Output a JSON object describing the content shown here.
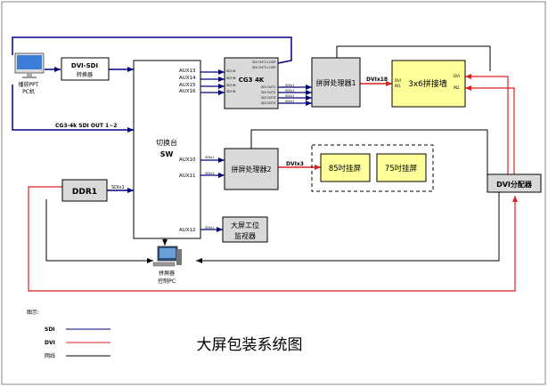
{
  "title": "大屏包装系统图",
  "legend": {
    "heading": "图示:",
    "items": [
      {
        "label": "SDI",
        "color": "#000080"
      },
      {
        "label": "DVI",
        "color": "#e02020"
      },
      {
        "label": "网线",
        "color": "#000000"
      }
    ]
  },
  "colors": {
    "sdi": "#000080",
    "dvi": "#e02020",
    "net": "#000000",
    "display": "#ffff99",
    "box": "#d9d9d9"
  },
  "icons": {
    "ppt_pc": "imac-icon",
    "control_pc": "desktop-pc-icon"
  },
  "nodes": {
    "ppt_pc_label": [
      "播放PPT",
      "PC机"
    ],
    "dvi_sdi_conv": [
      "DVI-SDI",
      "转换器"
    ],
    "cg_out_label": "CG3-4k SDI OUT 1~2",
    "switcher": [
      "切换台",
      "SW"
    ],
    "aux": [
      "AUX13",
      "AUX14",
      "AUX15",
      "AUX16",
      "AUX10",
      "AUX11",
      "AUX12"
    ],
    "cg3": {
      "name": "CG3 4K",
      "inputs": [
        "SDI IN",
        "SDI IN",
        "SDI IN",
        "SDI IN"
      ],
      "loops": [
        "SDI OUT1 LOOP",
        "SDI OUT2 LOOP"
      ],
      "outputs": [
        "SDI OUT1",
        "SDI OUT2",
        "SDI OUT3",
        "SDI OUT4"
      ]
    },
    "proc1": "拼屏处理器1",
    "proc2": "拼屏处理器2",
    "dvi18": "DVIx18",
    "dvi3": "DVIx3",
    "wall": {
      "name": "3x6拼接墙",
      "in_ports": [
        "DVI",
        "IN1"
      ],
      "out_ports": [
        "DVI",
        "IN2"
      ]
    },
    "screen85": "85吋挂屏",
    "screen75": "75吋挂屏",
    "ddr": "DDR1",
    "ddr_out": "SDIx1",
    "sdi_small": [
      "SDIx1",
      "SDIx1",
      "SDIx1",
      "SDIx1",
      "SDIx1",
      "SDIx1",
      "SDIx1"
    ],
    "monitor": [
      "大屏工位",
      "监视器"
    ],
    "dvi_splitter": "DVI分配器",
    "control_pc_label": [
      "拼屏器",
      "控制PC"
    ]
  }
}
